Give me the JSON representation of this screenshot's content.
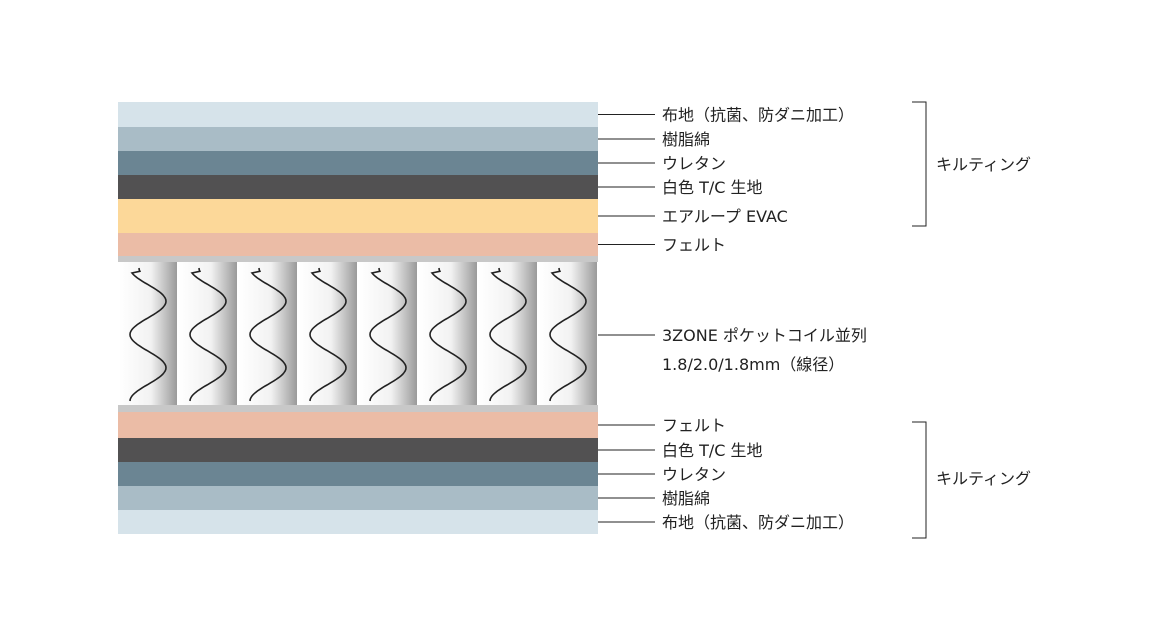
{
  "colors": {
    "fabric": "#d6e3ea",
    "resin_cotton": "#a9bcc6",
    "urethane": "#6b8593",
    "tc_white": "#525152",
    "airloop": "#fcd899",
    "felt": "#ebbca6",
    "coil_band": "#c8c8c8",
    "coil_wire": "#222222",
    "line": "#222222"
  },
  "top_layers": [
    {
      "label": "布地（抗菌、防ダニ加工）",
      "color_key": "fabric"
    },
    {
      "label": "樹脂綿",
      "color_key": "resin_cotton"
    },
    {
      "label": "ウレタン",
      "color_key": "urethane"
    },
    {
      "label": "白色 T/C 生地",
      "color_key": "tc_white"
    },
    {
      "label": "エアループ EVAC",
      "color_key": "airloop"
    },
    {
      "label": "フェルト",
      "color_key": "felt"
    }
  ],
  "coil": {
    "line1": "3ZONE ポケットコイル並列",
    "line2": "1.8/2.0/1.8mm（線径）",
    "count": 8
  },
  "bottom_layers": [
    {
      "label": "フェルト",
      "color_key": "felt"
    },
    {
      "label": "白色 T/C 生地",
      "color_key": "tc_white"
    },
    {
      "label": "ウレタン",
      "color_key": "urethane"
    },
    {
      "label": "樹脂綿",
      "color_key": "resin_cotton"
    },
    {
      "label": "布地（抗菌、防ダニ加工）",
      "color_key": "fabric"
    }
  ],
  "groups": {
    "top_label": "キルティング",
    "bottom_label": "キルティング"
  }
}
